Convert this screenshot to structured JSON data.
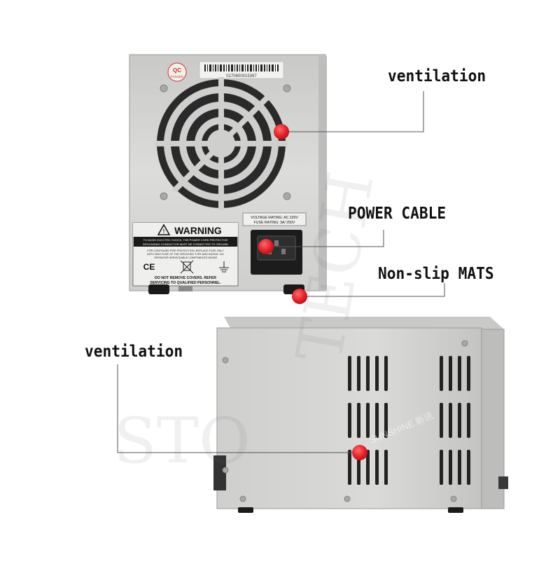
{
  "callouts": {
    "ventilation_top": "ventilation",
    "power_cable": "POWER CABLE",
    "non_slip_mats": "Non-slip MATS",
    "ventilation_bottom": "ventilation"
  },
  "rear_panel": {
    "qc_sticker": "QC",
    "qc_sub": "PASSED",
    "serial": "0170600015397",
    "warning_title": "WARNING",
    "warning_line1": "TO AVOID ELECTRIC SHOCK, THE POWER CORD PROTECTIVE",
    "warning_line2": "GROUNDING CONDUCTOR MUST BE CONNECTED TO GROUND",
    "warning_line3": "FOR CONTINUED FIRE PROTECTION, REPLACE FUSE ONLY",
    "warning_line4": "WITH 250V FUSE OF THE SPECIFIED TYPE AND RATING. NO",
    "warning_line5": "OPERATOR SERVICEABLE COMPONENTS INSIDE",
    "warning_line6": "DO NOT REMOVE COVERS. REFER",
    "warning_line7": "SERVICING TO QUALIFIED PERSONNEL.",
    "ce_mark": "CE",
    "voltage_rating": "VOLTAGE RATING: AC 220V",
    "fuse_rating": "FUSE RATING: 3A/ 250V"
  },
  "side_panel": {
    "brand_watermark": "SUNSHINE 新讯"
  },
  "watermarks": {
    "top": "TECH",
    "bottom": "STO"
  },
  "colors": {
    "marker_red": "#e8202a",
    "callout_line": "#555555",
    "chassis": "#d6d6d4",
    "fan_grille": "#2a2a2a"
  }
}
